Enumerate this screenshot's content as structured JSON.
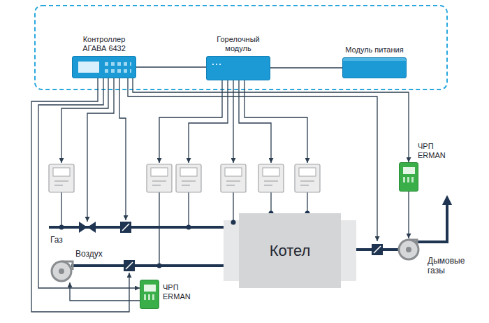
{
  "diagram": {
    "nodes": [
      {
        "text": [
          "Контроллер АГАВА 6432"
        ]
      },
      {
        "text": [
          "Горелочный модуль"
        ]
      },
      {
        "text": [
          "Модуль питания"
        ]
      },
      {
        "text": [
          "Котел"
        ]
      },
      {
        "text": [
          "ЧРП ERMAN"
        ]
      },
      {
        "text": [
          "ЧРП ERMAN"
        ]
      }
    ],
    "edges": [
      {
        "from": 0,
        "to": 1,
        "arrow": "none"
      },
      {
        "from": 1,
        "to": 2,
        "arrow": "none"
      },
      {
        "from": 0,
        "to": 4,
        "arrow": "to"
      },
      {
        "from": 0,
        "to": 5,
        "arrow": "to"
      }
    ],
    "labels": [
      "Газ",
      "Воздух",
      "Дымовые газы"
    ]
  }
}
